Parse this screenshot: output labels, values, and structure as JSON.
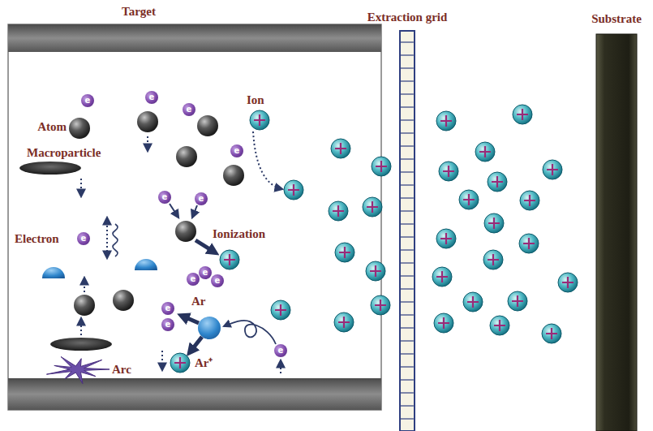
{
  "diagram": {
    "nodes": [
      {
        "text": [
          "Target"
        ]
      },
      {
        "text": [
          "e"
        ],
        "in": 0
      },
      {
        "text": [
          "e"
        ],
        "in": 0
      },
      {
        "text": [
          "e"
        ],
        "in": 0
      },
      {
        "text": [
          "e"
        ],
        "in": 0
      },
      {
        "text": [
          "e"
        ],
        "in": 0
      },
      {
        "text": [
          "e"
        ],
        "in": 0
      },
      {
        "text": [
          "e"
        ],
        "in": 0
      },
      {
        "text": [
          "e"
        ],
        "in": 0
      },
      {
        "text": [
          "e"
        ],
        "in": 0
      },
      {
        "text": [
          "e"
        ],
        "in": 0
      },
      {
        "text": [
          "e"
        ],
        "in": 0
      },
      {
        "text": [
          "e"
        ],
        "in": 0
      },
      {
        "text": [
          "e"
        ],
        "in": 0
      },
      {
        "text": [
          "Extraction grid"
        ]
      },
      {
        "text": [
          "Substrate"
        ]
      }
    ],
    "labels": [
      "Atom",
      "Macroparticle",
      "Electron",
      "Ion",
      "Ionization",
      "Ar",
      "Ar⁺",
      "Arc"
    ]
  }
}
